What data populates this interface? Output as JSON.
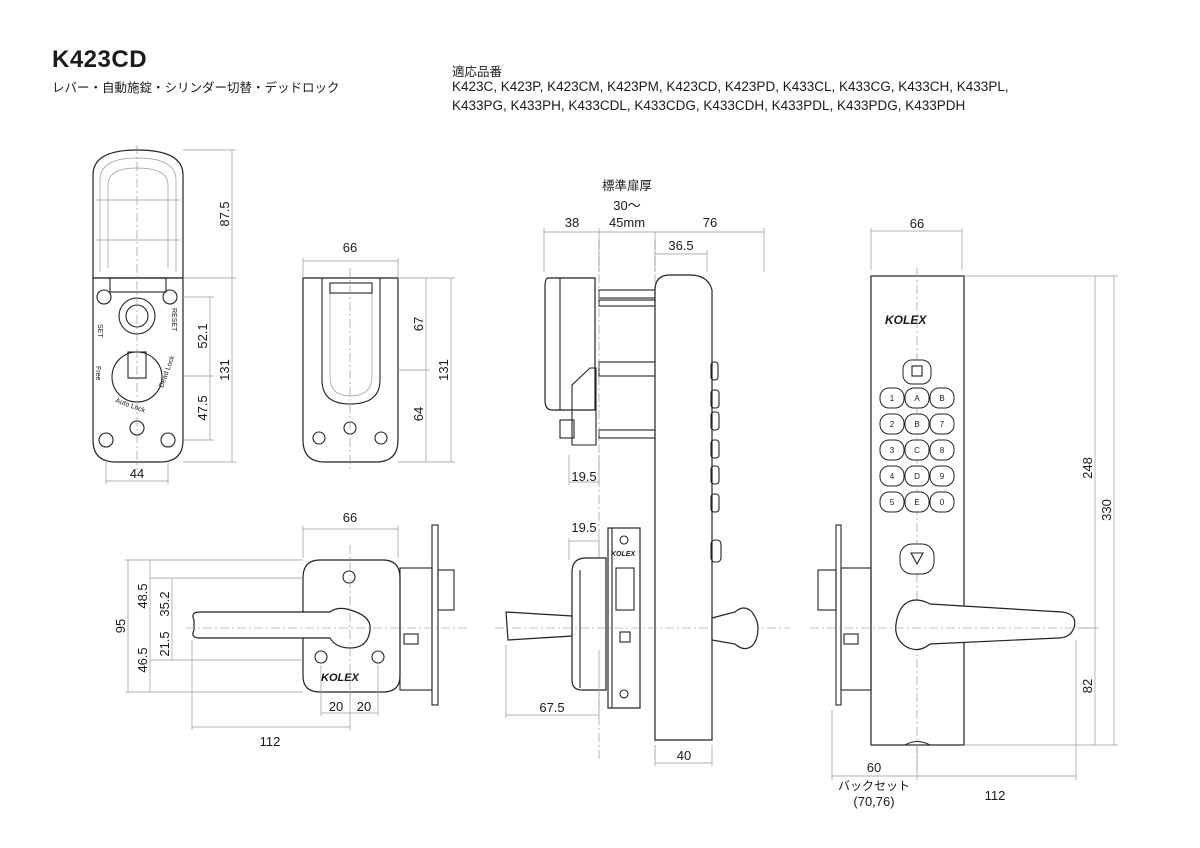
{
  "header": {
    "model": "K423CD",
    "description": "レバー・自動施錠・シリンダー切替・デッドロック",
    "compatible_heading": "適応品番",
    "compatible_line1": "K423C, K423P, K423CM, K423PM, K423CD, K423PD, K433CL, K433CG, K433CH, K433PL,",
    "compatible_line2": "K433PG, K433PH, K433CDL, K433CDG, K433CDH, K433PDL, K433PDG, K433PDH"
  },
  "inside_view": {
    "height_cover": "87.5",
    "height_total": "131",
    "height_upper": "52.1",
    "height_lower": "47.5",
    "width": "44",
    "label_set": "SET",
    "label_reset": "RESET",
    "label_free": "Free",
    "label_auto": "Auto Lock",
    "label_dead": "Dead Lock"
  },
  "thumbturn_view": {
    "width": "66",
    "height_upper": "67",
    "height_lower": "64",
    "height_total": "131"
  },
  "side_view": {
    "door_label": "標準扉厚",
    "door_range_1": "30～",
    "door_range_2": "45mm",
    "inside_depth": "38",
    "outside_depth": "76",
    "keypad_depth": "36.5",
    "knob_depth": "19.5",
    "lever_depth": "19.5",
    "lever_projection": "67.5",
    "case_width": "40",
    "faceplate_logo": "KOLEX"
  },
  "lever_inside_view": {
    "width": "66",
    "height_total": "95",
    "height_upper": "48.5",
    "height_lower": "46.5",
    "inner_upper": "35.2",
    "inner_lower": "21.5",
    "screw_pitch_left": "20",
    "screw_pitch_right": "20",
    "lever_length": "112",
    "logo": "KOLEX"
  },
  "front_view": {
    "width": "66",
    "height_total": "330",
    "height_keypad_to_lever": "248",
    "height_lever_to_bottom": "82",
    "backset": "60",
    "backset_label": "バックセット",
    "backset_options": "(70,76)",
    "lever_length": "112",
    "logo": "KOLEX",
    "keys": [
      "1",
      "A",
      "B",
      "2",
      "B",
      "7",
      "3",
      "C",
      "8",
      "4",
      "D",
      "9",
      "5",
      "E",
      "0"
    ]
  }
}
